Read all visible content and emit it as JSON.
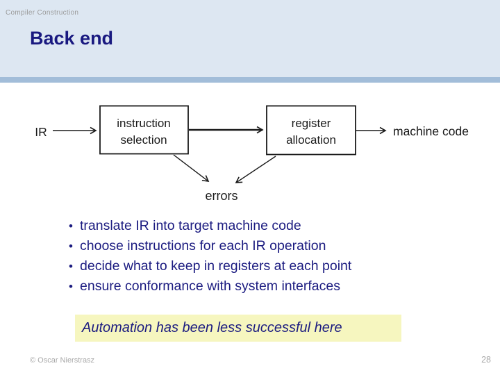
{
  "slide": {
    "header": {
      "course_label": "Compiler Construction",
      "title": "Back end"
    },
    "footer": {
      "copyright": "© Oscar Nierstrasz",
      "page_number": "28"
    }
  },
  "diagram": {
    "ir_label": "IR",
    "instruction_selection": {
      "line1": "instruction",
      "line2": "selection"
    },
    "register_allocation": {
      "line1": "register",
      "line2": "allocation"
    },
    "machine_code_label": "machine code",
    "errors_label": "errors"
  },
  "bullets": {
    "bullet_char": "•",
    "items": [
      "translate IR into target machine code",
      "choose instructions for each IR operation",
      "decide what to keep in registers at each point",
      "ensure conformance with system interfaces"
    ]
  },
  "highlight": {
    "text": "Automation has been less successful here"
  },
  "colors": {
    "header_bg": "#dde7f2",
    "divider_bar": "#a2bdd9",
    "title_text": "#191980",
    "body_text": "#1b1b80",
    "muted_text": "#9b9b9b",
    "footer_text": "#a9a9a9",
    "highlight_bg": "#f6f6bf",
    "diagram_ink": "#1a1a1a"
  }
}
